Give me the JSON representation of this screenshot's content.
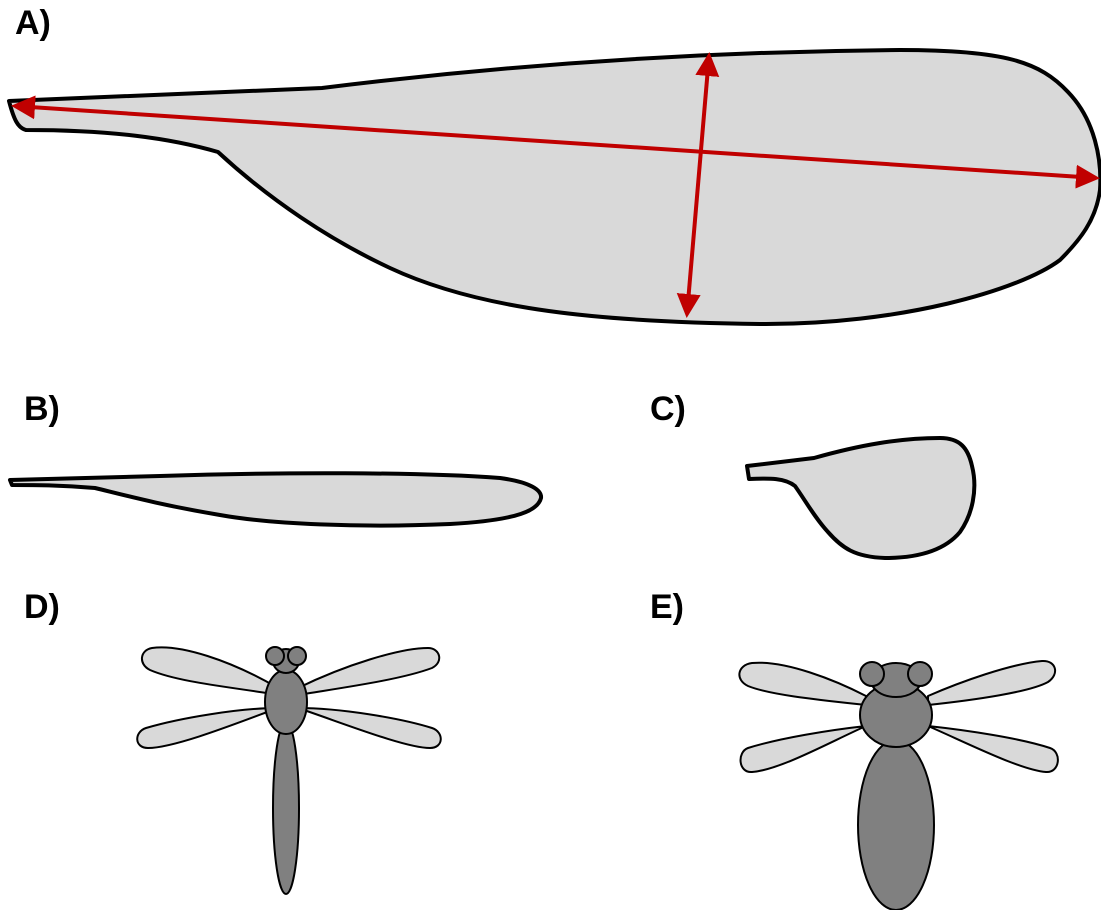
{
  "panels": {
    "a": {
      "label": "A)"
    },
    "b": {
      "label": "B)"
    },
    "c": {
      "label": "C)"
    },
    "d": {
      "label": "D)"
    },
    "e": {
      "label": "E)"
    }
  },
  "colors": {
    "wing_fill": "#d9d9d9",
    "outline": "#000000",
    "arrow": "#c00000",
    "insect_body": "#808080"
  }
}
